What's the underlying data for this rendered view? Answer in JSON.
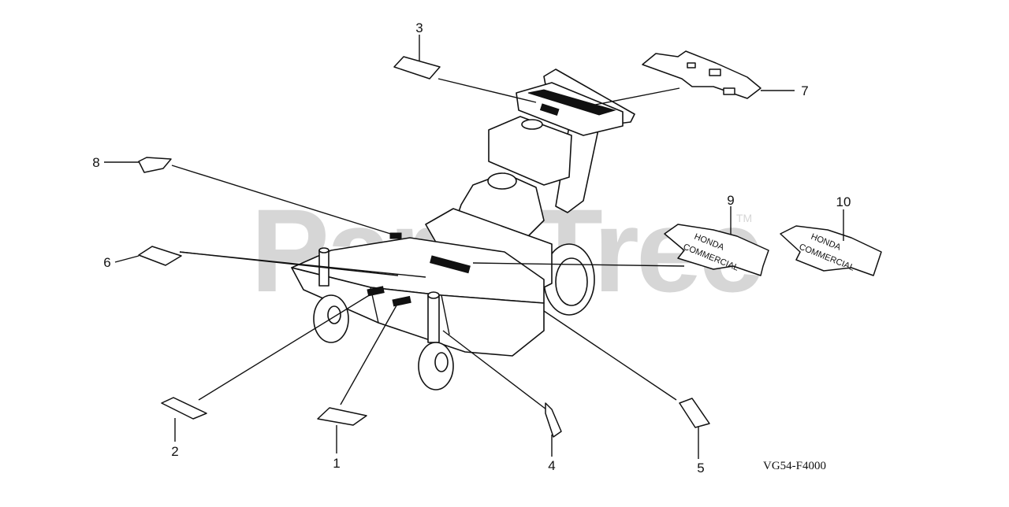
{
  "watermark": {
    "text": "PartsTree",
    "tm": "TM"
  },
  "diagram_code": "VG54-F4000",
  "callouts": [
    {
      "id": "1",
      "label": "1"
    },
    {
      "id": "2",
      "label": "2"
    },
    {
      "id": "3",
      "label": "3"
    },
    {
      "id": "4",
      "label": "4"
    },
    {
      "id": "5",
      "label": "5"
    },
    {
      "id": "6",
      "label": "6"
    },
    {
      "id": "7",
      "label": "7"
    },
    {
      "id": "8",
      "label": "8"
    },
    {
      "id": "9",
      "label": "9"
    },
    {
      "id": "10",
      "label": "10"
    }
  ],
  "decal_9": {
    "line1": "HONDA",
    "line2": "COMMERCIAL"
  },
  "decal_10": {
    "line1": "HONDA",
    "line2": "COMMERCIAL"
  }
}
